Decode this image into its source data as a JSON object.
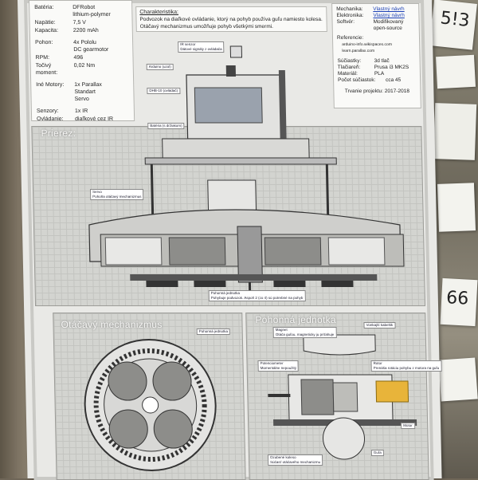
{
  "specs": {
    "rows": [
      {
        "key": "Batéria:",
        "value": "DFRobot\nlithium-polymer"
      },
      {
        "key": "Napätie:",
        "value": "7,5 V"
      },
      {
        "key": "Kapacita:",
        "value": "2200 mAh"
      },
      {
        "key": "Pohon:",
        "value": "4x Pololu\nDC gearmotor"
      },
      {
        "key": "RPM:",
        "value": "496"
      },
      {
        "key": "Točivý moment:",
        "value": "0,02 Nm"
      },
      {
        "key": "Iné Motory:",
        "value": "1x Parallax\nStandart\nServo"
      },
      {
        "key": "Senzory:",
        "value": "1x IR"
      },
      {
        "key": "Ovládanie:",
        "value": "diaľkové cez IR"
      }
    ]
  },
  "characteristics": {
    "title": "Charakteristika:",
    "line1": "Podvozok na diaľkové ovládanie, ktorý na pohyb používa guľu namiesto kolesa.",
    "line2": "Otáčavý mechanizmus umožňuje pohyb všetkými smermi."
  },
  "info": {
    "mechanika_key": "Mechanika:",
    "mechanika_val": "Vlastný návrh",
    "elektronika_key": "Elektronika:",
    "elektronika_val": "Vlastný návrh",
    "softver_key": "Softvér:",
    "softver_val": "Modifikovaný\nopen-source",
    "ref_title": "Referencie:",
    "ref1": "arduino-info.wikispaces.com",
    "ref2": "learn.parallax.com",
    "parts_key": "Súčiastky:",
    "parts_val": "3d tlač",
    "printer_key": "Tlačiareň:",
    "printer_val": "Prusa i3 MK2S",
    "material_key": "Materiál:",
    "material_val": "PLA",
    "count_key": "Počet súčiastok:",
    "count_val": "cca 45",
    "duration_key": "Trvanie projektu:",
    "duration_val": "2017-2018"
  },
  "sections": {
    "prierez": "Prierez:",
    "otacavy": "Otáčavý mechanizmus",
    "pohonna": "Pohonná jednotka"
  },
  "labels": {
    "ir_sensor": "IR senzor",
    "ir_sensor_sub": "Dátové signály z ovládača",
    "arduino": "Arduino (uzol)",
    "dhb": "DHB-10 (ovládač)",
    "battery": "Batéria (s držiakom)",
    "servo": "Servo",
    "servo_sub": "Pohoňa otáčavý mechanizmus",
    "pohonna": "Pohonná jednotka",
    "pohonna_sub": "Pohybuje podvozok. Aspoň 2 (zo 4) sú potrebné na pohyb",
    "pohonna2": "Pohonná jednotka",
    "magnet": "Magnet",
    "magnet_sub": "Otáča guľou, magneticky ju priťahuje",
    "vonkajsi": "Vonkajší kabeltik",
    "potenciometer": "Potenciometer",
    "potenciometer_sub": "Momentálne nepoužitý",
    "rotor": "Rotor",
    "rotor_sub": "Prenáša rotáciu pohybu z motora na guľu",
    "motor": "Motor",
    "gula": "Guľa",
    "ozubene": "Ozubené koleso",
    "ozubene_sub": "Súčasť otáčavého mechanizmu"
  },
  "notes": {
    "top": "5!3",
    "mid": "66"
  },
  "colors": {
    "rotor_accent": "#e8b43a",
    "link": "#1a3fb5",
    "panel_grid": "#d3d4d0"
  }
}
